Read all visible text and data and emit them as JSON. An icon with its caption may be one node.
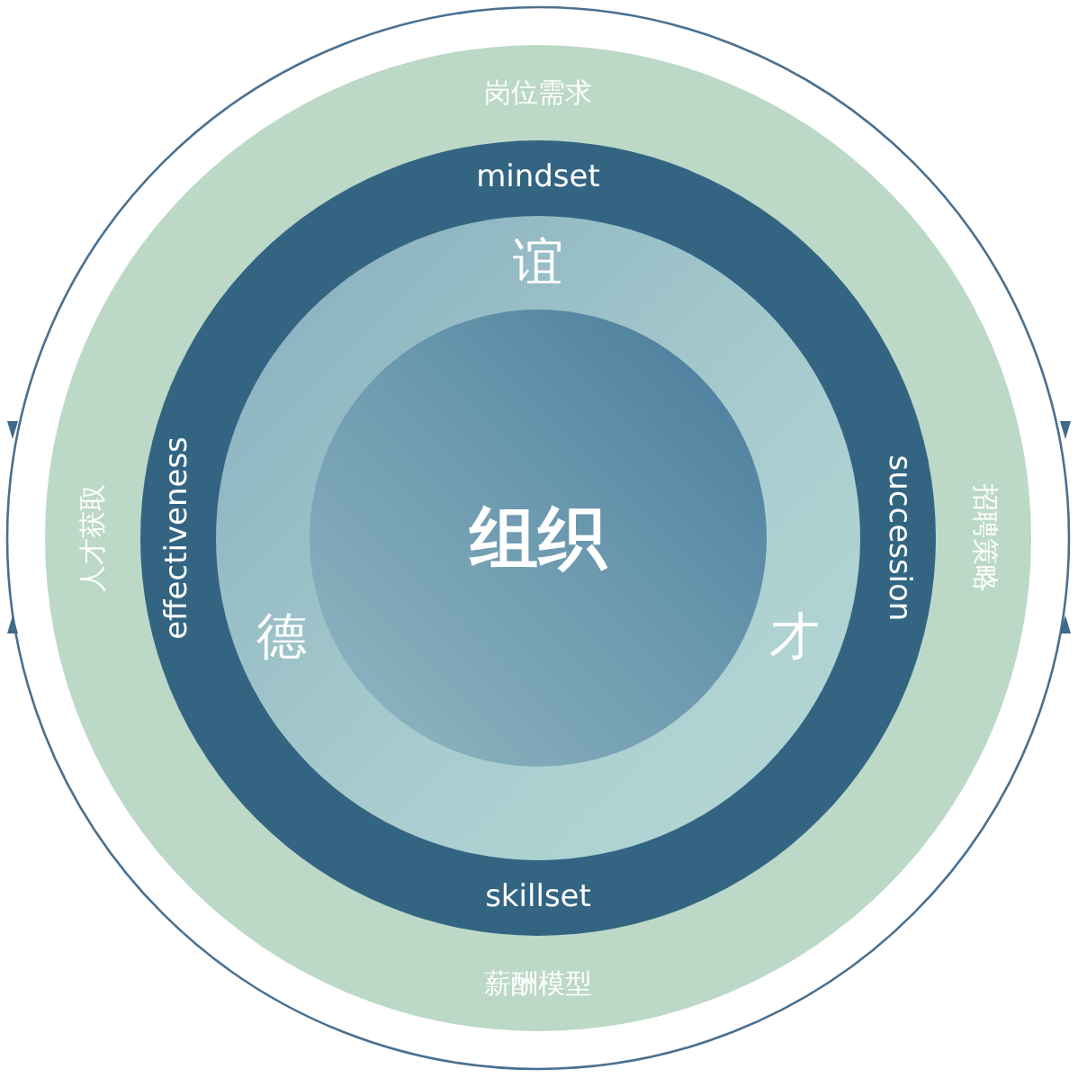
{
  "diagram": {
    "nodes": [
      {
        "text": [
          "岗位需求",
          "人才获取",
          "招聘策略",
          "薪酬模型"
        ]
      },
      {
        "text": [
          "mindset",
          "effectiveness",
          "succession",
          "skillset"
        ],
        "in": 0
      },
      {
        "text": [
          "谊",
          "德",
          "才"
        ],
        "in": 1
      },
      {
        "text": [
          "组织"
        ],
        "in": 2
      }
    ],
    "edges": []
  }
}
